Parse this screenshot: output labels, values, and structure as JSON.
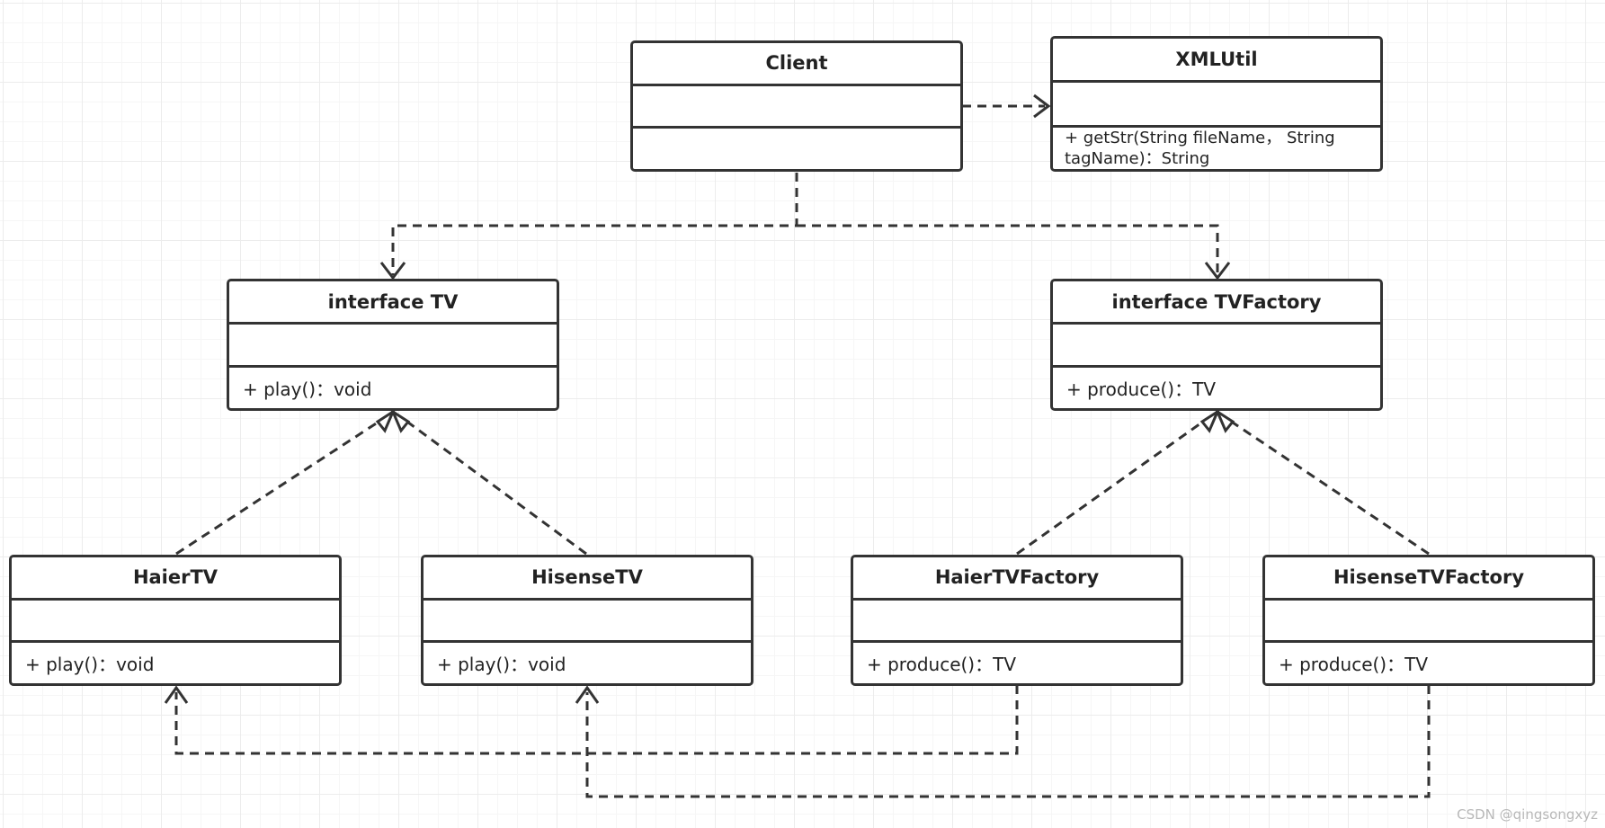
{
  "diagram": {
    "classes": [
      {
        "id": "client",
        "name": "Client",
        "operations": []
      },
      {
        "id": "xmlutil",
        "name": "XMLUtil",
        "operations": [
          "+ getStr(String fileName， String tagName)：String"
        ]
      },
      {
        "id": "tv",
        "name": "interface TV",
        "operations": [
          "+ play()：void"
        ]
      },
      {
        "id": "tvfactory",
        "name": "interface TVFactory",
        "operations": [
          "+ produce()：TV"
        ]
      },
      {
        "id": "haiertv",
        "name": "HaierTV",
        "operations": [
          "+ play()：void"
        ]
      },
      {
        "id": "hisensetv",
        "name": "HisenseTV",
        "operations": [
          "+ play()：void"
        ]
      },
      {
        "id": "haiertvfactory",
        "name": "HaierTVFactory",
        "operations": [
          "+ produce()：TV"
        ]
      },
      {
        "id": "hisensetvfactory",
        "name": "HisenseTVFactory",
        "operations": [
          "+ produce()：TV"
        ]
      }
    ],
    "relationships": [
      {
        "from": "client",
        "to": "xmlutil",
        "type": "dependency"
      },
      {
        "from": "client",
        "to": "tv",
        "type": "dependency"
      },
      {
        "from": "client",
        "to": "tvfactory",
        "type": "dependency"
      },
      {
        "from": "haiertv",
        "to": "tv",
        "type": "realization"
      },
      {
        "from": "hisensetv",
        "to": "tv",
        "type": "realization"
      },
      {
        "from": "haiertvfactory",
        "to": "tvfactory",
        "type": "realization"
      },
      {
        "from": "hisensetvfactory",
        "to": "tvfactory",
        "type": "realization"
      },
      {
        "from": "haiertvfactory",
        "to": "haiertv",
        "type": "dependency"
      },
      {
        "from": "hisensetvfactory",
        "to": "hisensetv",
        "type": "dependency"
      }
    ],
    "colors": {
      "line": "#333333",
      "background": "#ffffff",
      "grid": "#ececec"
    }
  },
  "watermark": "CSDN @qingsongxyz"
}
